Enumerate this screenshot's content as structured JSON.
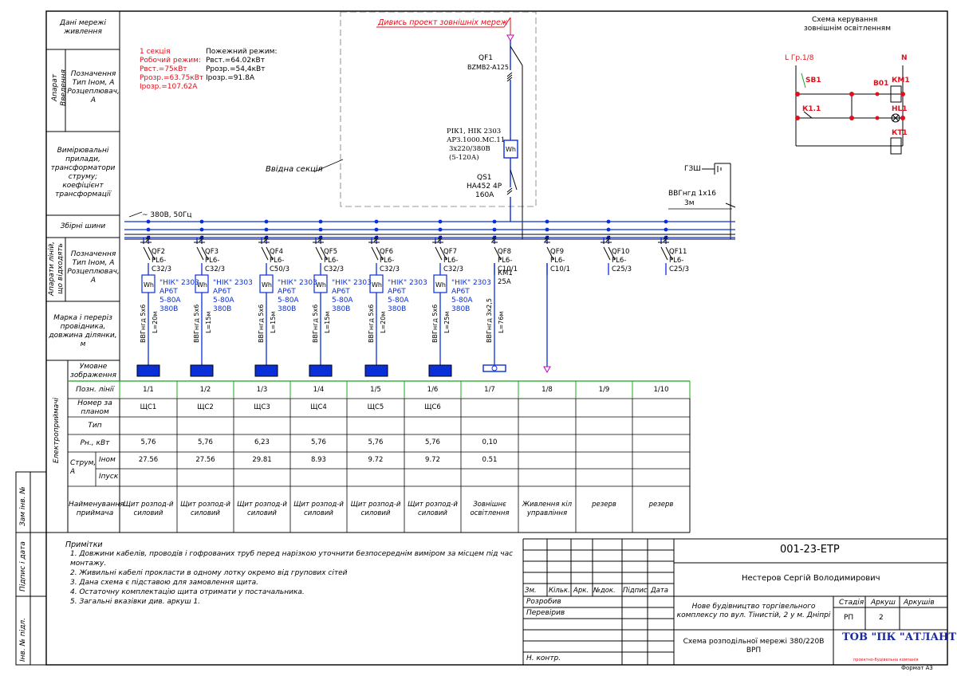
{
  "colors": {
    "frame": "#000000",
    "cable": "#0a2fd8",
    "alarm": "#e0101a",
    "control": "#1aa31a",
    "accent": "#c000c0"
  },
  "left_col": {
    "network_data": "Дані мережі живлення",
    "input_device": "Апарат Введення",
    "input_designation": "Позначення Тип Іном, А Розцеплювач, А",
    "instruments": "Вимірювальні прилади, трансформатори струму; коефіцієнт трансформації",
    "busbars": "Збірні шини",
    "line_devices": "Апарати ліній, що відходять",
    "line_designation": "Позначення Тип Іном, А Розцеплювач, А",
    "cable_mark": "Марка і переріз провідника, довжина ділянки, м",
    "symbol": "Умовне зображення",
    "receivers": "Електроприймачі"
  },
  "sections": {
    "section1_title": "1 секція",
    "work_mode_title": "Робочий режим:",
    "work_lines": [
      "Рвст.=75кВт",
      "Ррозр.=63.75кВт",
      "Ірозр.=107.62А"
    ],
    "fire_mode_title": "Пожежний режим:",
    "fire_lines": [
      "Рвст.=64.02кВт",
      "Ррозр.=54,4кВт",
      "Ірозр.=91.8А"
    ],
    "input_section": "Ввідна секція",
    "external_project": "Дивись проект зовнішніх мереж"
  },
  "input": {
    "qf1": "QF1",
    "qf1_type": "BZMB2-A125",
    "meter_lines": [
      "РІК1, НІК 2303",
      "АРЗ.1000.МС.11",
      "3х220/380В",
      "(5-120А)"
    ],
    "meter": "Wh",
    "qs1": "QS1",
    "qs1_type": "HA452 4P",
    "qs1_rating": "160A",
    "bus_label": "~ 380В, 50Гц",
    "earth": "ГЗШ",
    "cable_in": "ВВГнгд 1х16",
    "cable_in_len": "3м"
  },
  "control": {
    "title": "Схема керування",
    "subtitle": "зовнішнім освітленням",
    "phase": "L Гр.1/8",
    "neutral": "N",
    "sb1": "SB1",
    "b01": "В01",
    "km1": "КМ1",
    "k11": "К1.1",
    "hl1": "HL1",
    "kt1": "КТ1"
  },
  "feeders": [
    {
      "qf": "QF2",
      "type": "PL6-",
      "rating": "C32/3",
      "meter": "Wh",
      "nik": "\"НІК\" 2303",
      "ap": "АР6Т",
      "range": "5-80А",
      "volt": "380В",
      "cable": "ВВГнгд 5х6",
      "len": "L=20м"
    },
    {
      "qf": "QF3",
      "type": "PL6-",
      "rating": "C32/3",
      "meter": "Wh",
      "nik": "\"НІК\" 2303",
      "ap": "АР6Т",
      "range": "5-80А",
      "volt": "380В",
      "cable": "ВВГнгд 5х6",
      "len": "L=15м"
    },
    {
      "qf": "QF4",
      "type": "PL6-",
      "rating": "C50/3",
      "meter": "Wh",
      "nik": "\"НІК\" 2303",
      "ap": "АР6Т",
      "range": "5-80А",
      "volt": "380В",
      "cable": "ВВГнгд 5х6",
      "len": "L=15м"
    },
    {
      "qf": "QF5",
      "type": "PL6-",
      "rating": "C32/3",
      "meter": "Wh",
      "nik": "\"НІК\" 2303",
      "ap": "АР6Т",
      "range": "5-80А",
      "volt": "380В",
      "cable": "ВВГнгд 5х6",
      "len": "L=15м"
    },
    {
      "qf": "QF6",
      "type": "PL6-",
      "rating": "C32/3",
      "meter": "Wh",
      "nik": "\"НІК\" 2303",
      "ap": "АР6Т",
      "range": "5-80А",
      "volt": "380В",
      "cable": "ВВГнгд 5х6",
      "len": "L=20м"
    },
    {
      "qf": "QF7",
      "type": "PL6-",
      "rating": "C32/3",
      "meter": "Wh",
      "nik": "\"НІК\" 2303",
      "ap": "АР6Т",
      "range": "5-80А",
      "volt": "380В",
      "cable": "ВВГнгд 5х6",
      "len": "L=25м"
    },
    {
      "qf": "QF8",
      "type": "PL6-",
      "rating": "C10/1",
      "km": "КМ1",
      "km_rating": "25А",
      "cable": "ВВГнгд 3х2,5",
      "len": "L=76м"
    },
    {
      "qf": "QF9",
      "type": "PL6-",
      "rating": "C10/1"
    },
    {
      "qf": "QF10",
      "type": "PL6-",
      "rating": "C25/3"
    },
    {
      "qf": "QF11",
      "type": "PL6-",
      "rating": "C25/3"
    }
  ],
  "table": {
    "row_labels": {
      "pos": "Позн. лінії",
      "plan": "Номер за планом",
      "type": "Тип",
      "power": "Рн., кВт",
      "current": "Струм, А",
      "inom": "Іном",
      "ipusk": "Іпуск",
      "name": "Найменування приймача"
    },
    "columns": [
      {
        "pos": "1/1",
        "plan": "ЩС1",
        "power": "5,76",
        "inom": "27.56",
        "name": "Щит розпод-й силовий"
      },
      {
        "pos": "1/2",
        "plan": "ЩС2",
        "power": "5,76",
        "inom": "27.56",
        "name": "Щит розпод-й силовий"
      },
      {
        "pos": "1/3",
        "plan": "ЩС3",
        "power": "6,23",
        "inom": "29.81",
        "name": "Щит розпод-й силовий"
      },
      {
        "pos": "1/4",
        "plan": "ЩС4",
        "power": "5,76",
        "inom": "8.93",
        "name": "Щит розпод-й силовий"
      },
      {
        "pos": "1/5",
        "plan": "ЩС5",
        "power": "5,76",
        "inom": "9.72",
        "name": "Щит розпод-й силовий"
      },
      {
        "pos": "1/6",
        "plan": "ЩС6",
        "power": "5,76",
        "inom": "9.72",
        "name": "Щит розпод-й силовий"
      },
      {
        "pos": "1/7",
        "plan": "",
        "power": "0,10",
        "inom": "0.51",
        "name": "Зовнішнє освітлення"
      },
      {
        "pos": "1/8",
        "plan": "",
        "power": "",
        "inom": "",
        "name": "Живлення кіл управління"
      },
      {
        "pos": "1/9",
        "plan": "",
        "power": "",
        "inom": "",
        "name": "резерв"
      },
      {
        "pos": "1/10",
        "plan": "",
        "power": "",
        "inom": "",
        "name": "резерв"
      }
    ]
  },
  "notes": {
    "title": "Примітки",
    "items": [
      "1.   Довжини кабелів, проводів і гофрованих труб перед нарізкою уточнити безпосереднім виміром за місцем під час",
      "       монтажу.",
      "2.   Живильні кабелі прокласти в одному лотку окремо від групових сітей",
      "3.   Дана схема є підставою для замовлення щита.",
      "4.   Остаточну комплектацію щита отримати у постачальника.",
      "5.   Загальні вказівки див. аркуш 1."
    ]
  },
  "side_stamps": [
    "Зам інв. №",
    "Підпис і дата",
    "Інв. № підл."
  ],
  "title_block": {
    "code": "001-23-ЕТР",
    "author": "Нестеров Сергій Володимирович",
    "hdr": [
      "Зм.",
      "Кільк.",
      "Арк.",
      "№док.",
      "Підпис",
      "Дата"
    ],
    "developed": "Розробив",
    "checked": "Перевірив",
    "norm": "Н. контр.",
    "object": "Нове будівництво торгівельного комплексу по вул. Тінистій, 2 у м. Дніпрі",
    "stage_h": "Стадія",
    "sheet_h": "Аркуш",
    "sheets_h": "Аркушів",
    "stage": "РП",
    "sheet": "2",
    "drawing": "Схема розподільної мережі 380/220В ВРП",
    "company": "ТОВ \"ПК \"АТЛАНТ\"",
    "company_sub": "проектно-будівельна компанія",
    "format": "Формат А3"
  }
}
